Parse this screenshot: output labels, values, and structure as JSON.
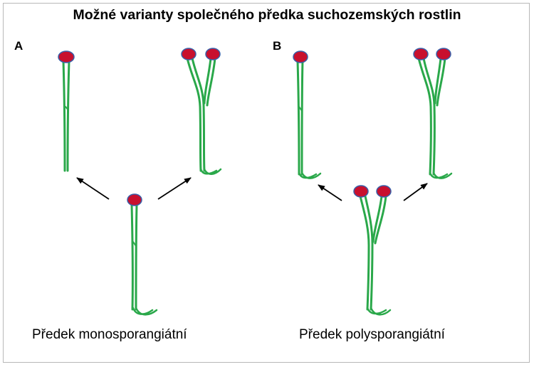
{
  "title": "Možné varianty společného předka suchozemských rostlin",
  "panels": {
    "a": {
      "label": "A",
      "caption": "Předek monosporangiátní"
    },
    "b": {
      "label": "B",
      "caption": "Předek polysporangiátní"
    }
  },
  "colors": {
    "stem": "#2aa84a",
    "stem_shadow": "#1d7a36",
    "sporangium_fill": "#c8102e",
    "sporangium_stroke": "#3a5fa8",
    "arrow": "#000000"
  }
}
